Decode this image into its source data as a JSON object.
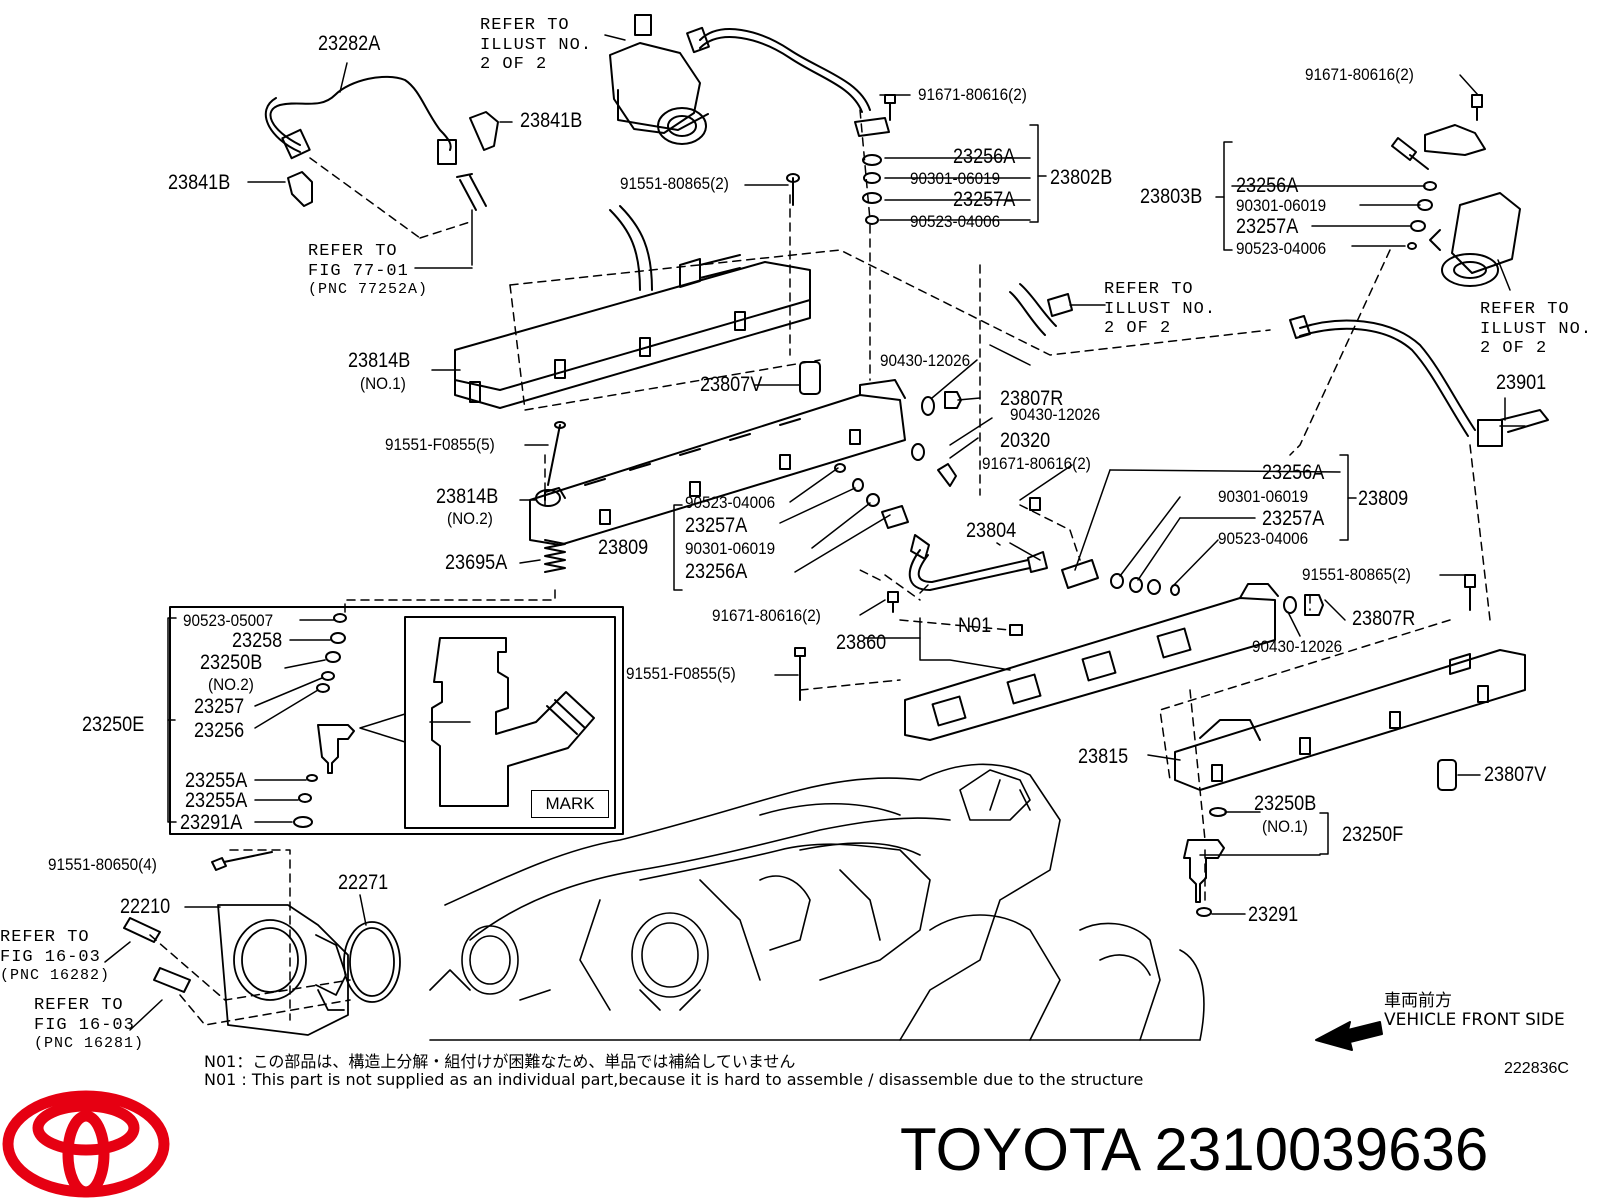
{
  "labels": {
    "p23282A": "23282A",
    "p23841B_a": "23841B",
    "p23841B_b": "23841B",
    "p91671_top": "91671-80616(2)",
    "p91671_topright": "91671-80616(2)",
    "p91551_80865_top": "91551-80865(2)",
    "p23256A_1": "23256A",
    "p90301_1": "90301-06019",
    "p23257A_1": "23257A",
    "p90523_1": "90523-04006",
    "p23802B": "23802B",
    "p23803B": "23803B",
    "p23256A_2": "23256A",
    "p90301_2": "90301-06019",
    "p23257A_2": "23257A",
    "p90523_2": "90523-04006",
    "p23814B_1": "23814B",
    "p23814B_1_sub": "(NO.1)",
    "p23807V_1": "23807V",
    "p90430_1": "90430-12026",
    "p23807R_1": "23807R",
    "p90430_2": "90430-12026",
    "p20320": "20320",
    "p91671_mid": "91671-80616(2)",
    "p91551_F0855_1": "91551-F0855(5)",
    "p23814B_2": "23814B",
    "p23814B_2_sub": "(NO.2)",
    "p90523_3": "90523-04006",
    "p23257A_3": "23257A",
    "p23809_left": "23809",
    "p90301_3": "90301-06019",
    "p23256A_3": "23256A",
    "p23695A": "23695A",
    "p23804": "23804",
    "p23256A_4": "23256A",
    "p90301_4": "90301-06019",
    "p23809_right": "23809",
    "p23257A_4": "23257A",
    "p90523_4": "90523-04006",
    "p23901": "23901",
    "p91551_80865_right": "91551-80865(2)",
    "p91671_low": "91671-80616(2)",
    "p23807R_2": "23807R",
    "p90430_3": "90430-12026",
    "pN01": "N01",
    "p23860": "23860",
    "p91551_F0855_2": "91551-F0855(5)",
    "p90523_05007": "90523-05007",
    "p23258": "23258",
    "p23250B_2": "23250B",
    "p23250B_2_sub": "(NO.2)",
    "p23257": "23257",
    "p23256": "23256",
    "p23250E": "23250E",
    "p23255A_1": "23255A",
    "p23255A_2": "23255A",
    "p23291A": "23291A",
    "p23815": "23815",
    "p23807V_2": "23807V",
    "p23250B_1": "23250B",
    "p23250B_1_sub": "(NO.1)",
    "p23250F": "23250F",
    "p23291": "23291",
    "p91551_80650": "91551-80650(4)",
    "p22210": "22210",
    "p22271": "22271"
  },
  "references": {
    "illust_top_1": "REFER TO",
    "illust_top_2": "ILLUST NO.",
    "illust_top_3": "2 OF 2",
    "fig77_1": "REFER TO",
    "fig77_2": "FIG 77-01",
    "fig77_3": "(PNC 77252A)",
    "illust_mid_1": "REFER TO",
    "illust_mid_2": "ILLUST NO.",
    "illust_mid_3": "2 OF 2",
    "illust_right_1": "REFER TO",
    "illust_right_2": "ILLUST NO.",
    "illust_right_3": "2 OF 2",
    "fig16a_1": "REFER TO",
    "fig16a_2": "FIG 16-03",
    "fig16a_3": "(PNC 16282)",
    "fig16b_1": "REFER TO",
    "fig16b_2": "FIG 16-03",
    "fig16b_3": "(PNC 16281)"
  },
  "inset_mark": "MARK",
  "direction": {
    "jp": "車両前方",
    "en": "VEHICLE FRONT SIDE"
  },
  "notes": {
    "jp": "N01：この部品は、構造上分解・組付けが困難なため、単品では補給していません",
    "en": "N01 : This part is not supplied as an individual part,because it is hard to assemble / disassemble due to the structure"
  },
  "illustration_code": "222836C",
  "brand_caption": "TOYOTA 2310039636",
  "logo_color": "#e60012"
}
